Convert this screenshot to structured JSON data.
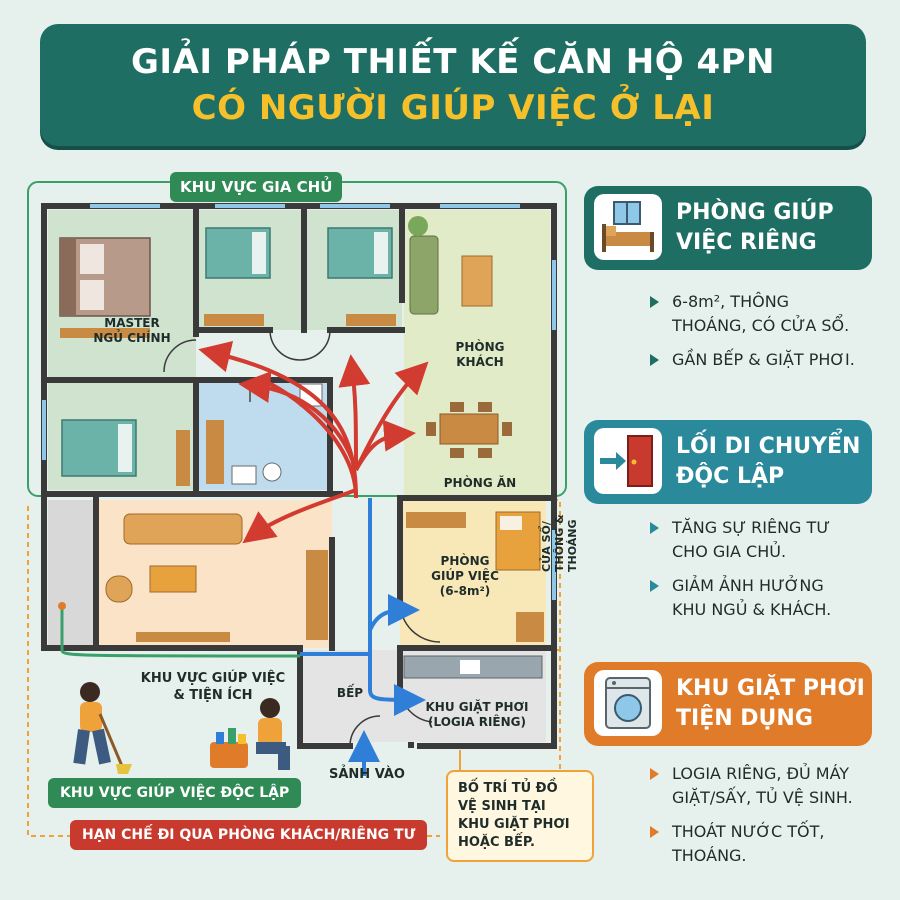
{
  "title": {
    "line1": "GIẢI PHÁP THIẾT KẾ CĂN HỘ 4PN",
    "line2": "CÓ NGƯỜI GIÚP VIỆC Ở LẠI"
  },
  "zones": {
    "owner": "KHU VỰC GIA CHỦ",
    "helper_utility": "KHU VỰC GIÚP VIỆC\n& TIỆN ÍCH"
  },
  "rooms": {
    "master": "MASTER\nNGỦ CHÍNH",
    "living": "PHÒNG\nKHÁCH",
    "dining": "PHÒNG ĂN",
    "maid_room": "PHÒNG\nGIÚP VIỆC\n(6-8m²)",
    "kitchen": "BẾP",
    "laundry": "KHU GIẶT PHƠI\n(LOGIA RIÊNG)",
    "entrance": "SẢNH VÀO",
    "window_note": "CỬA SỔ/\nTHÔNG &\nTHOÁNG"
  },
  "banners": {
    "independent": "KHU VỰC GIÚP VIỆC  ĐỘC LẬP",
    "restrict": "HẠN CHẾ ĐI QUA PHÒNG KHÁCH/RIÊNG TƯ"
  },
  "storage_note": "BỐ TRÍ TỦ ĐỒ\nVỆ SINH TẠI\nKHU GIẶT PHƠI\nHOẶC BẾP.",
  "cards": [
    {
      "title": "PHÒNG GIÚP\nVIỆC RIÊNG",
      "color": "#1f6e63",
      "icon": "bed-window-icon",
      "bullets": [
        "6-8m², THÔNG\nTHOÁNG, CÓ CỬA SỔ.",
        "GẦN BẾP & GIẶT PHƠI."
      ]
    },
    {
      "title": "LỐI DI CHUYỂN\nĐỘC LẬP",
      "color": "#2a8a9c",
      "icon": "door-entry-icon",
      "bullets": [
        "TĂNG SỰ RIÊNG TƯ\nCHO GIA CHỦ.",
        "GIẢM ẢNH HƯỞNG\nKHU NGỦ & KHÁCH."
      ]
    },
    {
      "title": "KHU GIẶT PHƠI\nTIỆN DỤNG",
      "color": "#e07b2a",
      "icon": "washing-machine-icon",
      "bullets": [
        "LOGIA RIÊNG, ĐỦ MÁY\nGIẶT/SẤY, TỦ VỆ SINH.",
        "THOÁT NƯỚC TỐT,\nTHOÁNG."
      ]
    }
  ],
  "colors": {
    "owner_zone": "#3aa06a",
    "helper_zone": "#f0a23a",
    "owner_path": "#d23b30",
    "helper_path": "#2f7ed8"
  }
}
